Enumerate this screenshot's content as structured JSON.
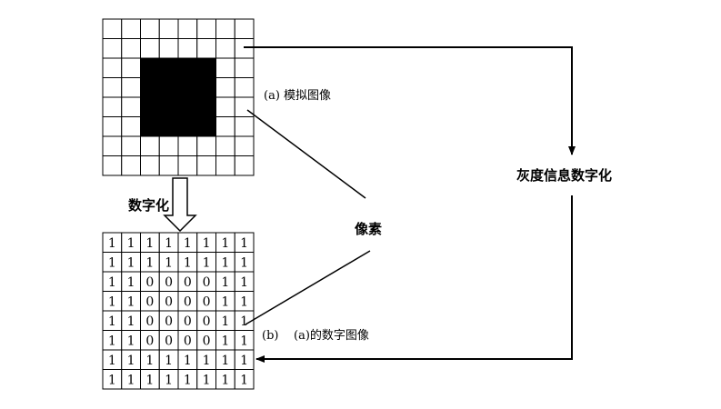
{
  "labels": {
    "analog_image": "(a) 模拟图像",
    "digitize": "数字化",
    "pixel": "像素",
    "gray_digitize": "灰度信息数字化",
    "digital_image": "(b)    (a)的数字图像"
  },
  "digital_matrix": [
    [
      1,
      1,
      1,
      1,
      1,
      1,
      1,
      1
    ],
    [
      1,
      1,
      1,
      1,
      1,
      1,
      1,
      1
    ],
    [
      1,
      1,
      0,
      0,
      0,
      0,
      1,
      1
    ],
    [
      1,
      1,
      0,
      0,
      0,
      0,
      1,
      1
    ],
    [
      1,
      1,
      0,
      0,
      0,
      0,
      1,
      1
    ],
    [
      1,
      1,
      0,
      0,
      0,
      0,
      1,
      1
    ],
    [
      1,
      1,
      1,
      1,
      1,
      1,
      1,
      1
    ],
    [
      1,
      1,
      1,
      1,
      1,
      1,
      1,
      1
    ]
  ]
}
